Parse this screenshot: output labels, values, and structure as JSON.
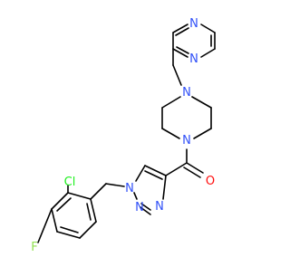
{
  "molecule": {
    "atom_labels": {
      "pyrazine_n_top": "N",
      "pyrazine_n_bottom": "N",
      "piperazine_n_top": "N",
      "piperazine_n_bottom": "N",
      "carbonyl_o": "O",
      "triazole_n1": "N",
      "triazole_n2": "N",
      "triazole_n3": "N",
      "chlorine": "Cl",
      "fluorine": "F"
    },
    "colors": {
      "bond": "#000000",
      "nitrogen": "#3050f8",
      "oxygen": "#ff0d0d",
      "chlorine": "#1ff01f",
      "fluorine": "#90e050"
    }
  }
}
